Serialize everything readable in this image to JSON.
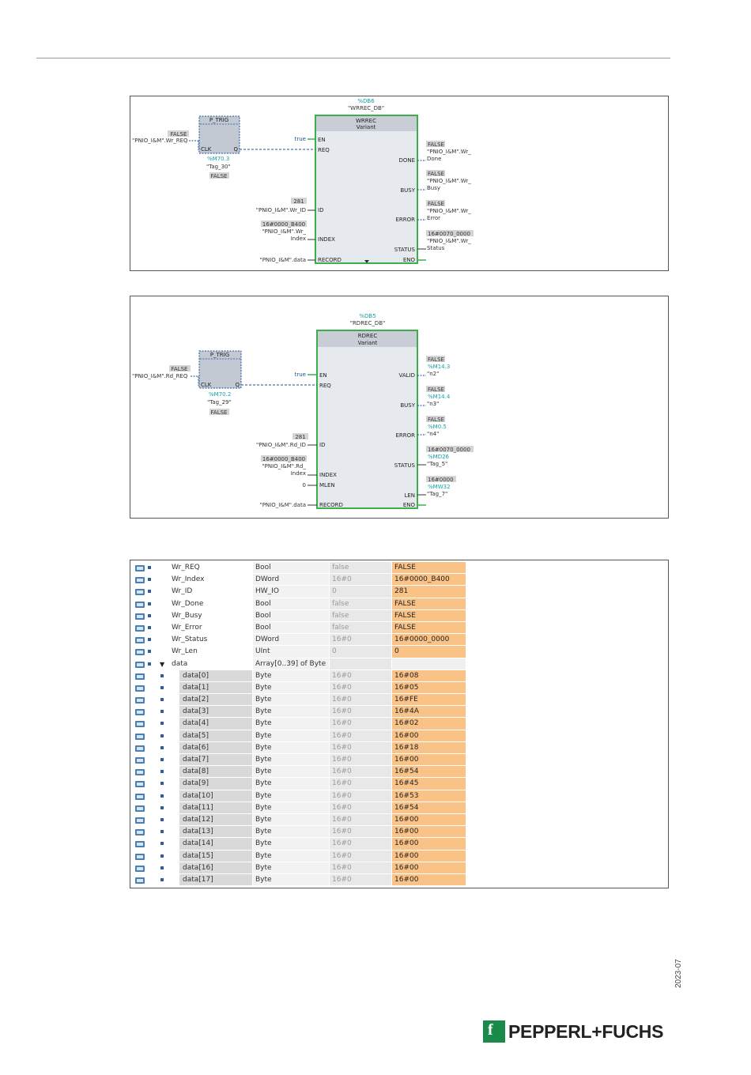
{
  "colors": {
    "accent_teal": "#169fa6",
    "wire_blue": "#1d4f9c",
    "wire_green": "#3bb04a",
    "value_orange": "#f9c287",
    "brand_green": "#1a8a4a"
  },
  "fb1": {
    "db_addr": "%DB6",
    "db_name": "\"WRREC_DB\"",
    "block_title": "WRREC",
    "block_sub": "Variant",
    "ptrig_title": "P_TRIG",
    "ptrig_clk": "CLK",
    "ptrig_q": "Q",
    "ptrig_in_val": "FALSE",
    "ptrig_in_tag": "\"PNIO_I&M\".Wr_REQ",
    "ptrig_mem_addr": "%M70.3",
    "ptrig_mem_tag": "\"Tag_30\"",
    "ptrig_mem_val": "FALSE",
    "en_val": "true",
    "pins_in": [
      "EN",
      "REQ",
      "ID",
      "INDEX",
      "RECORD"
    ],
    "pins_out": [
      "DONE",
      "BUSY",
      "ERROR",
      "STATUS",
      "ENO"
    ],
    "id_val": "281",
    "id_tag": "\"PNIO_I&M\".Wr_ID",
    "index_val": "16#0000_B400",
    "index_tag1": "\"PNIO_I&M\".Wr_",
    "index_tag2": "Index",
    "record_tag": "\"PNIO_I&M\".data",
    "outs": [
      {
        "val": "FALSE",
        "tag1": "\"PNIO_I&M\".Wr_",
        "tag2": "Done"
      },
      {
        "val": "FALSE",
        "tag1": "\"PNIO_I&M\".Wr_",
        "tag2": "Busy"
      },
      {
        "val": "FALSE",
        "tag1": "\"PNIO_I&M\".Wr_",
        "tag2": "Error"
      },
      {
        "val": "16#0070_0000",
        "tag1": "\"PNIO_I&M\".Wr_",
        "tag2": "Status"
      }
    ]
  },
  "fb2": {
    "db_addr": "%DB5",
    "db_name": "\"RDREC_DB\"",
    "block_title": "RDREC",
    "block_sub": "Variant",
    "ptrig_title": "P_TRIG",
    "ptrig_clk": "CLK",
    "ptrig_q": "Q",
    "ptrig_in_val": "FALSE",
    "ptrig_in_tag": "\"PNIO_I&M\".Rd_REQ",
    "ptrig_mem_addr": "%M70.2",
    "ptrig_mem_tag": "\"Tag_29\"",
    "ptrig_mem_val": "FALSE",
    "en_val": "true",
    "pins_in": [
      "EN",
      "REQ",
      "ID",
      "INDEX",
      "MLEN",
      "RECORD"
    ],
    "pins_out": [
      "VALID",
      "BUSY",
      "ERROR",
      "STATUS",
      "LEN",
      "ENO"
    ],
    "id_val": "281",
    "id_tag": "\"PNIO_I&M\".Rd_ID",
    "index_val": "16#0000_B400",
    "index_tag1": "\"PNIO_I&M\".Rd_",
    "index_tag2": "Index",
    "mlen_val": "0",
    "record_tag": "\"PNIO_I&M\".data",
    "outs": [
      {
        "val": "FALSE",
        "addr": "%M14.3",
        "tag": "\"n2\""
      },
      {
        "val": "FALSE",
        "addr": "%M14.4",
        "tag": "\"n3\""
      },
      {
        "val": "FALSE",
        "addr": "%M0.5",
        "tag": "\"n4\""
      },
      {
        "val": "16#0070_0000",
        "addr": "%MD26",
        "tag": "\"Tag_5\""
      },
      {
        "val": "16#0000",
        "addr": "%MW32",
        "tag": "\"Tag_7\""
      }
    ]
  },
  "table": {
    "rows": [
      {
        "name": "Wr_REQ",
        "type": "Bool",
        "start": "false",
        "monitor": "FALSE"
      },
      {
        "name": "Wr_Index",
        "type": "DWord",
        "start": "16#0",
        "monitor": "16#0000_B400"
      },
      {
        "name": "Wr_ID",
        "type": "HW_IO",
        "start": "0",
        "monitor": "281"
      },
      {
        "name": "Wr_Done",
        "type": "Bool",
        "start": "false",
        "monitor": "FALSE"
      },
      {
        "name": "Wr_Busy",
        "type": "Bool",
        "start": "false",
        "monitor": "FALSE"
      },
      {
        "name": "Wr_Error",
        "type": "Bool",
        "start": "false",
        "monitor": "FALSE"
      },
      {
        "name": "Wr_Status",
        "type": "DWord",
        "start": "16#0",
        "monitor": "16#0000_0000"
      },
      {
        "name": "Wr_Len",
        "type": "UInt",
        "start": "0",
        "monitor": "0"
      },
      {
        "name": "data",
        "type": "Array[0..39] of Byte",
        "start": "",
        "monitor": "",
        "expanded": true
      }
    ],
    "children": [
      {
        "name": "data[0]",
        "type": "Byte",
        "start": "16#0",
        "monitor": "16#08"
      },
      {
        "name": "data[1]",
        "type": "Byte",
        "start": "16#0",
        "monitor": "16#05"
      },
      {
        "name": "data[2]",
        "type": "Byte",
        "start": "16#0",
        "monitor": "16#FE"
      },
      {
        "name": "data[3]",
        "type": "Byte",
        "start": "16#0",
        "monitor": "16#4A"
      },
      {
        "name": "data[4]",
        "type": "Byte",
        "start": "16#0",
        "monitor": "16#02"
      },
      {
        "name": "data[5]",
        "type": "Byte",
        "start": "16#0",
        "monitor": "16#00"
      },
      {
        "name": "data[6]",
        "type": "Byte",
        "start": "16#0",
        "monitor": "16#18"
      },
      {
        "name": "data[7]",
        "type": "Byte",
        "start": "16#0",
        "monitor": "16#00"
      },
      {
        "name": "data[8]",
        "type": "Byte",
        "start": "16#0",
        "monitor": "16#54"
      },
      {
        "name": "data[9]",
        "type": "Byte",
        "start": "16#0",
        "monitor": "16#45"
      },
      {
        "name": "data[10]",
        "type": "Byte",
        "start": "16#0",
        "monitor": "16#53"
      },
      {
        "name": "data[11]",
        "type": "Byte",
        "start": "16#0",
        "monitor": "16#54"
      },
      {
        "name": "data[12]",
        "type": "Byte",
        "start": "16#0",
        "monitor": "16#00"
      },
      {
        "name": "data[13]",
        "type": "Byte",
        "start": "16#0",
        "monitor": "16#00"
      },
      {
        "name": "data[14]",
        "type": "Byte",
        "start": "16#0",
        "monitor": "16#00"
      },
      {
        "name": "data[15]",
        "type": "Byte",
        "start": "16#0",
        "monitor": "16#00"
      },
      {
        "name": "data[16]",
        "type": "Byte",
        "start": "16#0",
        "monitor": "16#00"
      },
      {
        "name": "data[17]",
        "type": "Byte",
        "start": "16#0",
        "monitor": "16#00"
      }
    ]
  },
  "footer": {
    "year": "2023-07",
    "brand": "PEPPERL+FUCHS",
    "logo_glyph": "f"
  }
}
